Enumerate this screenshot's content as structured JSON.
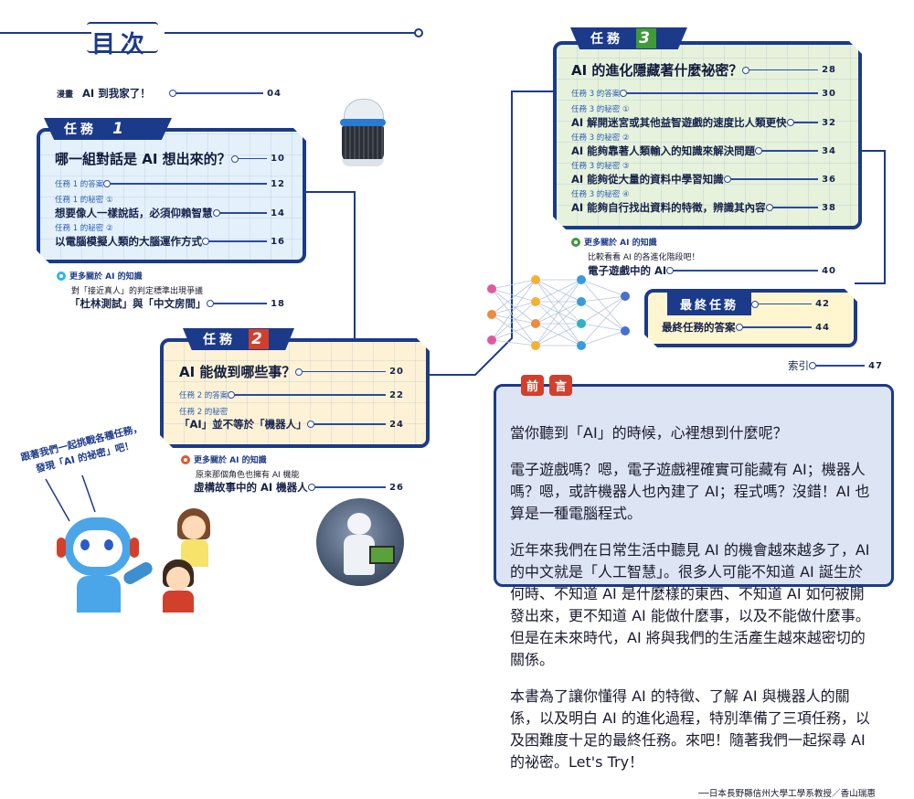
{
  "toc": {
    "title": "目次",
    "manga": {
      "prefix": "漫畫",
      "label": "AI 到我家了！",
      "page": "04"
    }
  },
  "mission1": {
    "tag": "任務",
    "num": "1",
    "question": "哪一組對話是 AI 想出來的？",
    "question_page": "10",
    "answer": "任務 1 的答案",
    "answer_page": "12",
    "secret1_small": "任務 1 的秘密 ①",
    "secret1": "想要像人一樣說話，必須仰賴智慧",
    "secret1_page": "14",
    "secret2_small": "任務 1 的秘密 ②",
    "secret2": "以電腦模擬人類的大腦運作方式",
    "secret2_page": "16",
    "more_title": "更多關於 AI 的知識",
    "more_note": "對「接近真人」的判定標準出現爭議",
    "more_label": "「杜林測試」與「中文房間」",
    "more_page": "18"
  },
  "mission2": {
    "tag": "任務",
    "num": "2",
    "question": "AI 能做到哪些事？",
    "question_page": "20",
    "answer": "任務 2 的答案",
    "answer_page": "22",
    "secret1_small": "任務 2 的秘密",
    "secret1": "「AI」並不等於「機器人」",
    "secret1_page": "24",
    "more_title": "更多關於 AI 的知識",
    "more_note": "原來那個角色也擁有 AI 機能",
    "more_label": "虛構故事中的 AI 機器人",
    "more_page": "26"
  },
  "mission3": {
    "tag": "任務",
    "num": "3",
    "question": "AI 的進化隱藏著什麼祕密？",
    "question_page": "28",
    "answer": "任務 3 的答案",
    "answer_page": "30",
    "secret1_small": "任務 3 的秘密 ①",
    "secret1": "AI 解開迷宮或其他益智遊戲的速度比人類更快",
    "secret1_page": "32",
    "secret2_small": "任務 3 的秘密 ②",
    "secret2": "AI 能夠靠著人類輸入的知識來解決問題",
    "secret2_page": "34",
    "secret3_small": "任務 3 的秘密 ③",
    "secret3": "AI 能夠從大量的資料中學習知識",
    "secret3_page": "36",
    "secret4_small": "任務 3 的秘密 ④",
    "secret4": "AI 能夠自行找出資料的特徵，辨識其內容",
    "secret4_page": "38",
    "more_title": "更多關於 AI 的知識",
    "more_note": "比較看看 AI 的各進化階段吧！",
    "more_label": "電子遊戲中的 AI",
    "more_page": "40"
  },
  "final": {
    "tag": "最終任務",
    "tag_page": "42",
    "answer": "最終任務的答案",
    "answer_page": "44"
  },
  "index": {
    "label": "索引",
    "page": "47"
  },
  "speech": "跟著我們一起挑戰各種任務，發現「AI 的祕密」吧！",
  "preface": {
    "tag_a": "前",
    "tag_b": "言",
    "p1": "當你聽到「AI」的時候，心裡想到什麼呢？",
    "p2": "電子遊戲嗎？嗯，電子遊戲裡確實可能藏有 AI；機器人嗎？嗯，或許機器人也內建了 AI；程式嗎？沒錯！AI 也算是一種電腦程式。",
    "p3": "近年來我們在日常生活中聽見 AI 的機會越來越多了，AI 的中文就是「人工智慧」。很多人可能不知道 AI 誕生於何時、不知道 AI 是什麼樣的東西、不知道 AI 如何被開發出來，更不知道 AI 能做什麼事，以及不能做什麼事。但是在未來時代，AI 將與我們的生活產生越來越密切的關係。",
    "p4": "本書為了讓你懂得 AI 的特徵、了解 AI 與機器人的關係，以及明白 AI 的進化過程，特別準備了三項任務，以及困難度十足的最終任務。來吧！隨著我們一起探尋 AI 的祕密。Let's Try！",
    "signature": "──日本長野縣信州大學工學系教授／香山瑞惠"
  },
  "colors": {
    "navy": "#1b3a8a",
    "mission1_bg": "#e4f1fb",
    "mission2_bg": "#fdf2d6",
    "mission3_bg": "#e6f2dc",
    "final_bg": "#fff6cf",
    "preface_bg": "#dde5f5",
    "accent_red": "#d2402c"
  }
}
